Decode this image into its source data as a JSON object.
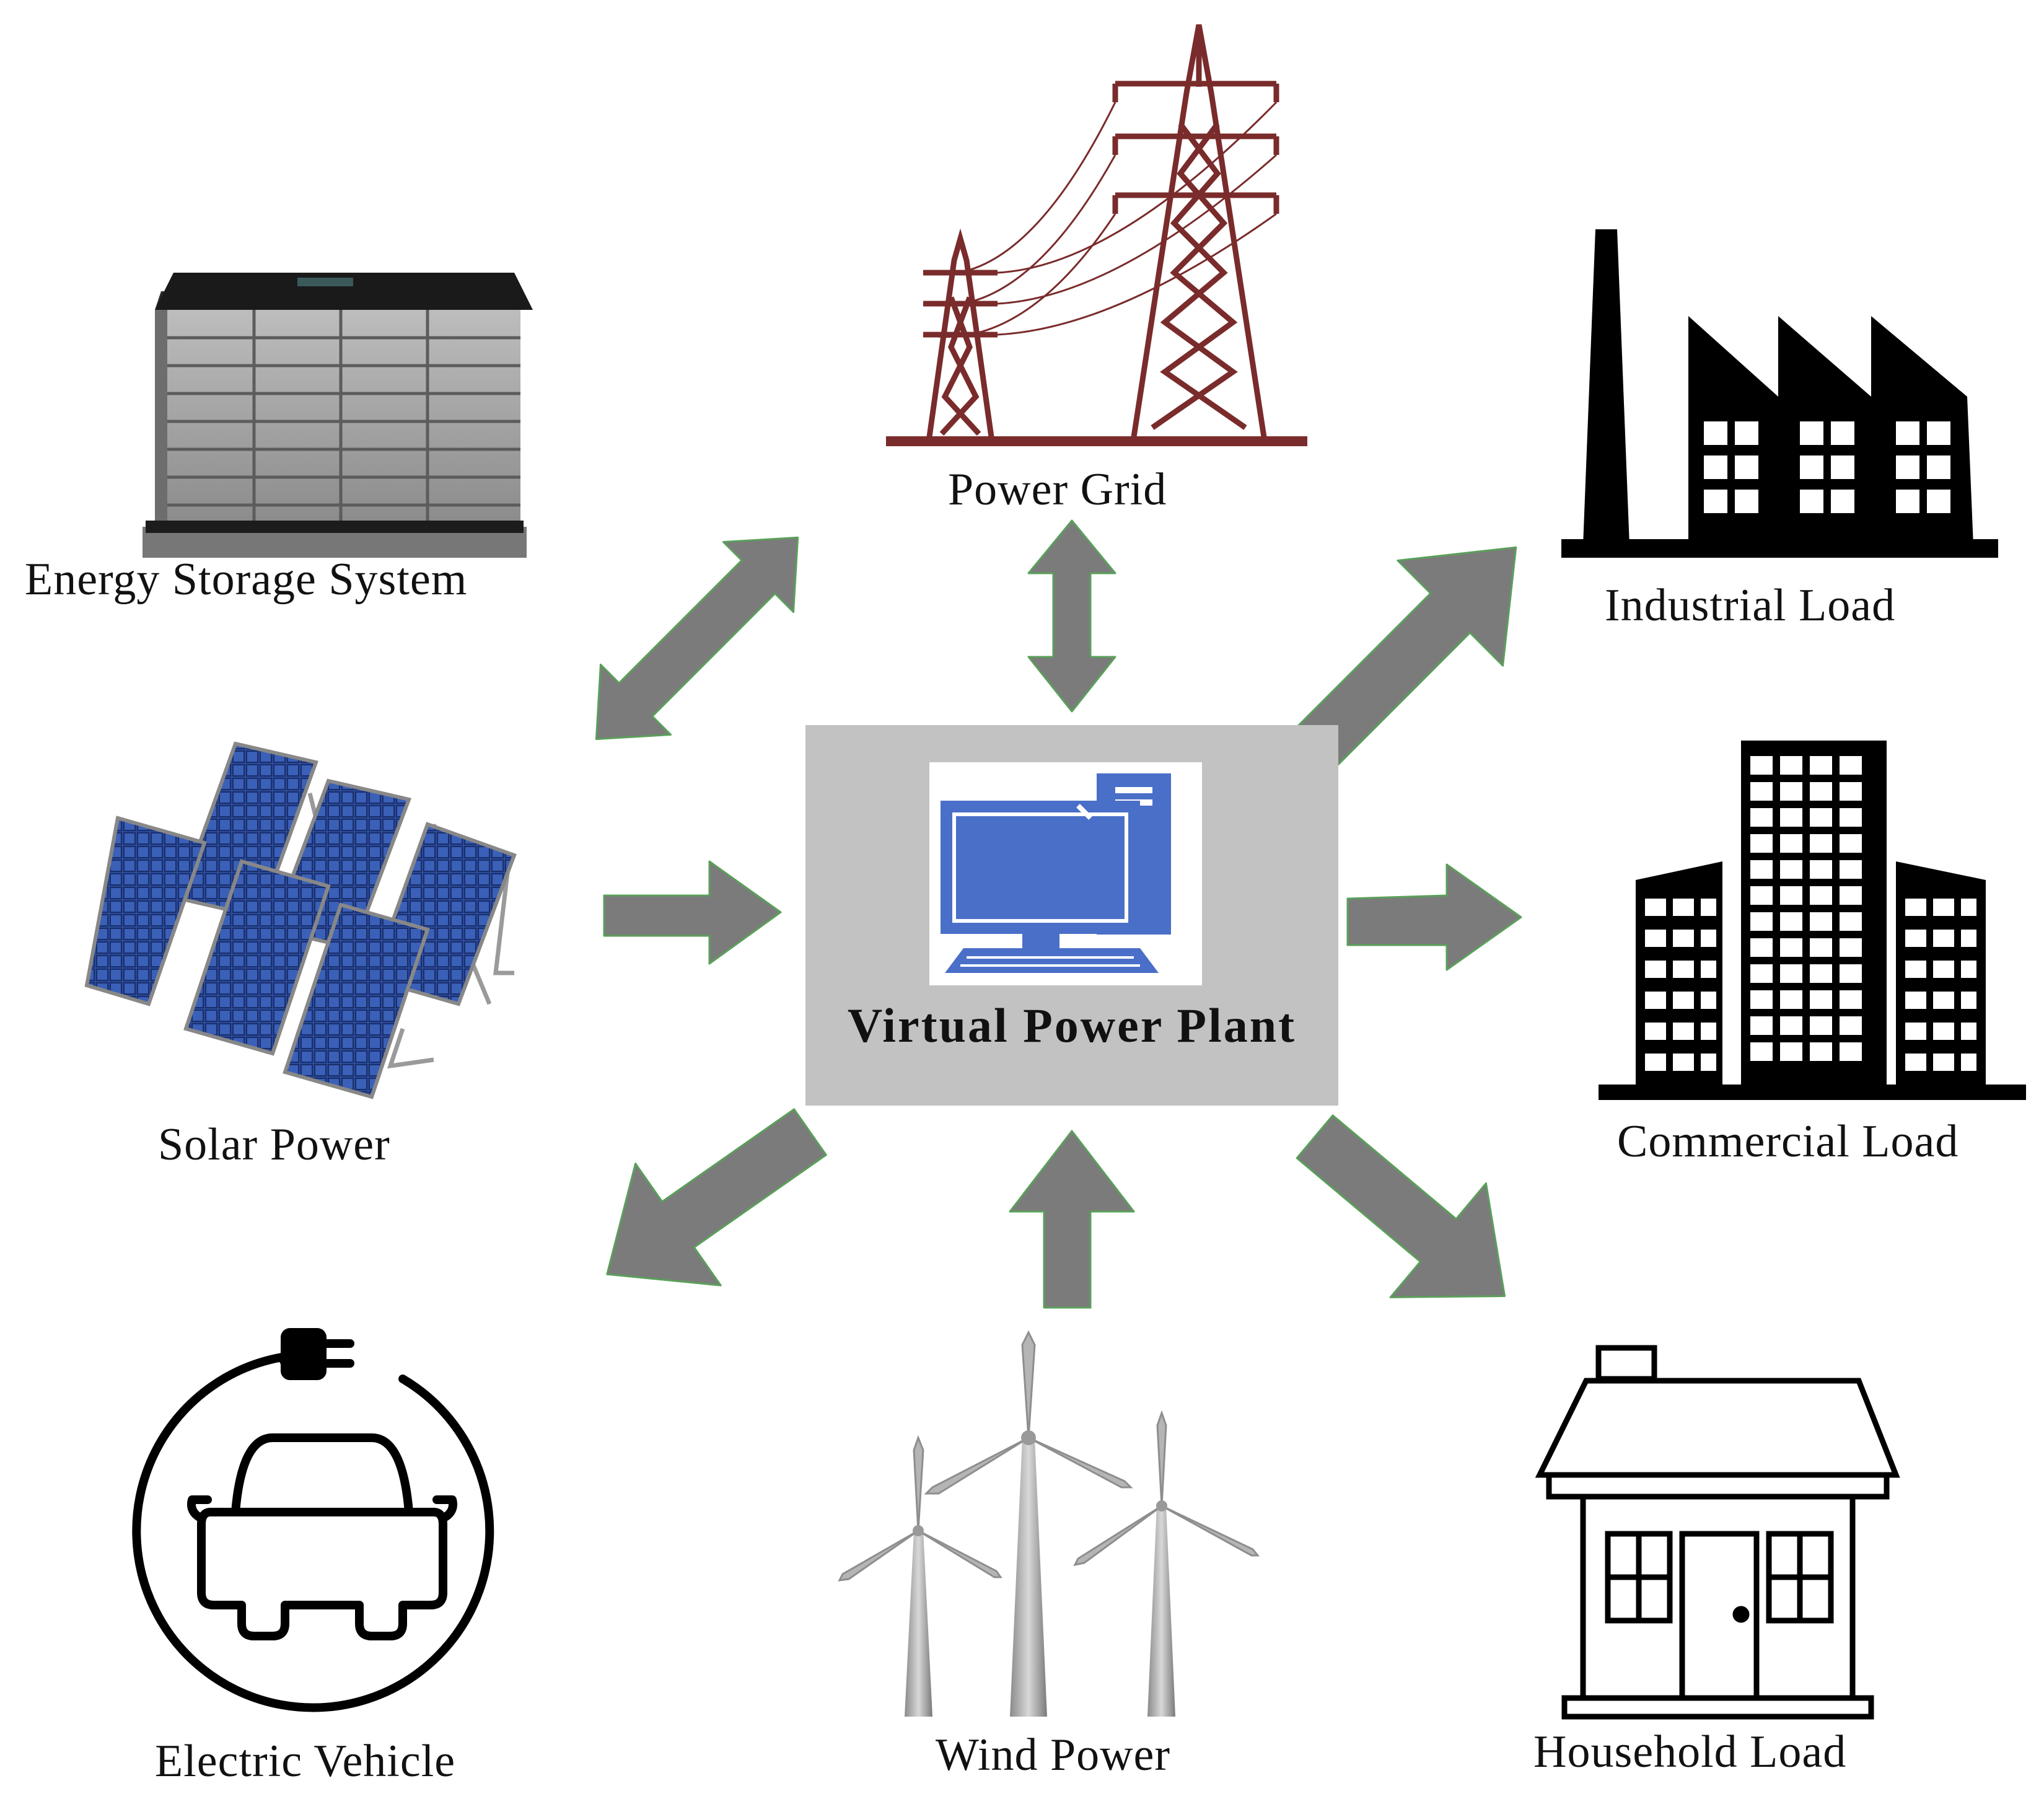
{
  "center": {
    "label": "Virtual Power Plant",
    "icon": "desktop-computer-icon"
  },
  "nodes": {
    "power_grid": {
      "label": "Power Grid",
      "icon": "transmission-tower-icon"
    },
    "energy_storage": {
      "label": "Energy Storage System",
      "icon": "battery-rack-icon"
    },
    "industrial_load": {
      "label": "Industrial Load",
      "icon": "factory-icon"
    },
    "solar_power": {
      "label": "Solar Power",
      "icon": "solar-panel-icon"
    },
    "commercial_load": {
      "label": "Commercial Load",
      "icon": "office-building-icon"
    },
    "electric_vehicle": {
      "label": "Electric Vehicle",
      "icon": "electric-car-plug-icon"
    },
    "wind_power": {
      "label": "Wind Power",
      "icon": "wind-turbine-icon"
    },
    "household_load": {
      "label": "Household Load",
      "icon": "house-icon"
    }
  },
  "colors": {
    "arrow_fill": "#7b7b7b",
    "arrow_outline": "#5aa05a",
    "center_box": "#c2c2c2",
    "monitor_blue": "#4a6fc8",
    "grid_tower": "#7a2b2b",
    "solar_panel": "#2a4a9a"
  }
}
